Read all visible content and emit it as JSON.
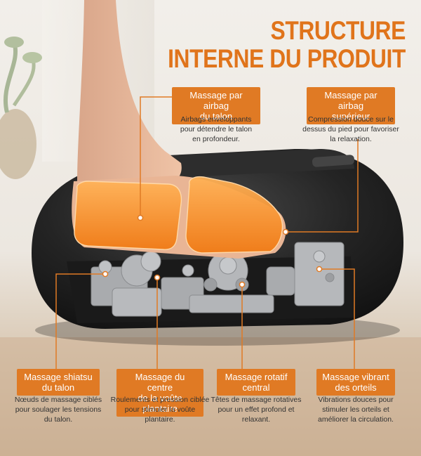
{
  "title": {
    "line1": "STRUCTURE",
    "line2": "INTERNE DU PRODUIT"
  },
  "callouts": [
    {
      "label": [
        "Massage par airbag",
        "du talon"
      ],
      "desc": [
        "Airbags enveloppants",
        "pour détendre le talon",
        "en profondeur."
      ]
    },
    {
      "label": [
        "Massage par airbag",
        "supérieur"
      ],
      "desc": [
        "Compression douce sur le",
        "dessus du pied pour favoriser",
        "la relaxation."
      ]
    },
    {
      "label": [
        "Massage shiatsu",
        "du talon"
      ],
      "desc": [
        "Nœuds de massage ciblés",
        "pour soulager les tensions",
        "du talon."
      ]
    },
    {
      "label": [
        "Massage du centre",
        "de la voûte plantaire"
      ],
      "desc": [
        "Roulements et pression ciblée",
        "pour stimuler la voûte",
        "plantaire."
      ]
    },
    {
      "label": [
        "Massage rotatif",
        "central"
      ],
      "desc": [
        "Têtes de massage rotatives",
        "pour un effet profond et",
        "relaxant."
      ]
    },
    {
      "label": [
        "Massage vibrant",
        "des orteils"
      ],
      "desc": [
        "Vibrations douces pour",
        "stimuler les orteils et",
        "améliorer la circulation."
      ]
    }
  ],
  "colors": {
    "accent": "#e07a24",
    "device": "#1e1e1e",
    "mechanism": "#a9abae"
  },
  "icons": {
    "product": "foot-massager-illustration"
  }
}
